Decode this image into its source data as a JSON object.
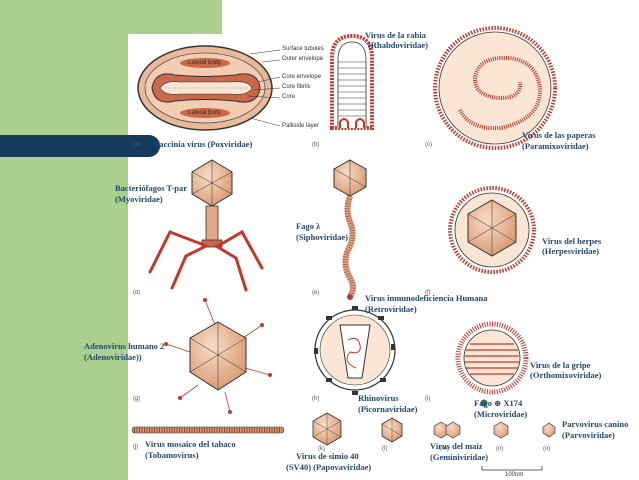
{
  "labels": {
    "vaccinia": "Vaccinia virus (Poxviridae)",
    "rabia_1": "Virus de la rabia",
    "rabia_2": "(Rhabdoviridae)",
    "paperas_1": "Virus de las paperas",
    "paperas_2": "(Paramixoviridae)",
    "tpar_1": "Bacteriófagos T-par",
    "tpar_2": "(Myoviridae)",
    "lambda_1": "Fago λ",
    "lambda_2": "(Siphoviridae)",
    "herpes_1": "Virus del herpes",
    "herpes_2": "(Herpesviridae)",
    "vih_1": "Virus inmunodeficiencia Humana",
    "vih_2": "(Retroviridae)",
    "adeno_1": "Adenovirus humano 2",
    "adeno_2": "(Adenoviridae))",
    "rhino_1": "Rhinovirus",
    "rhino_2": "(Picornaviridae)",
    "gripe_1": "Virus de la gripe",
    "gripe_2": "(Orthomixoviridae)",
    "fago_x_1": "Fago ⊕ X174",
    "fago_x_2": "(Microviridae)",
    "parvo_1": "Parvovirus canino",
    "parvo_2": "(Parvoviridae)",
    "tabaco_1": "Virus mosaico del tabaco",
    "tabaco_2": "(Tobamovirus)",
    "simio_1": "Virus de simio 40",
    "simio_2": "(SV40) (Papovaviridae)",
    "maiz_1": "Virus del maíz",
    "maiz_2": "(Geminiviridae)"
  },
  "pox_callouts": {
    "surface_tubules": "Surface tubules",
    "outer_envelope": "Outer envelope",
    "core_envelope": "Core envelope",
    "core_fibrils": "Core fibrils",
    "core": "Core",
    "palisade_layer": "Palliside layer",
    "lateral_body_top": "Lateral body",
    "lateral_body_bottom": "Lateral body"
  },
  "panel_letters": {
    "a": "(a)",
    "b": "(b)",
    "c": "(c)",
    "d": "(d)",
    "e": "(e)",
    "f": "(f)",
    "g": "(g)",
    "h": "(h)",
    "i": "(i)",
    "j": "(j)",
    "k": "(k)",
    "l": "(l)",
    "m": "(m)",
    "n": "(n)",
    "o": "(o)"
  },
  "scale_bar": "100nm",
  "colors": {
    "green": "#a9d08e",
    "navy": "#163a5c",
    "label": "#24486e",
    "capsid": "#e8b896",
    "spike": "#c0392b"
  }
}
